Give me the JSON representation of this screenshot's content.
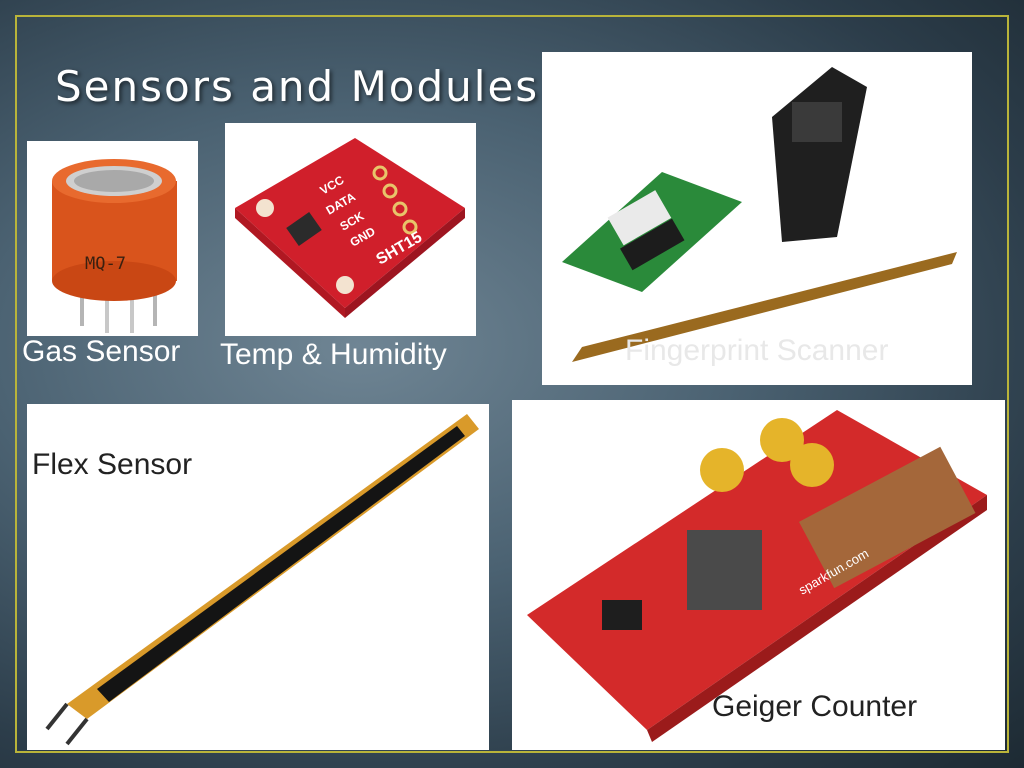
{
  "slide": {
    "title": "Sensors and Modules",
    "frame_color": "#b9b43a",
    "captions": {
      "gas": "Gas Sensor",
      "temp": "Temp & Humidity",
      "fingerprint": "Fingerprint Scanner",
      "flex": "Flex Sensor",
      "geiger": "Geiger Counter"
    },
    "labels": {
      "mq7": "MQ-7",
      "vcc": "VCC",
      "data": "DATA",
      "sck": "SCK",
      "gnd": "GND",
      "sht15": "SHT15",
      "sparkfun": "sparkfun.com"
    }
  }
}
